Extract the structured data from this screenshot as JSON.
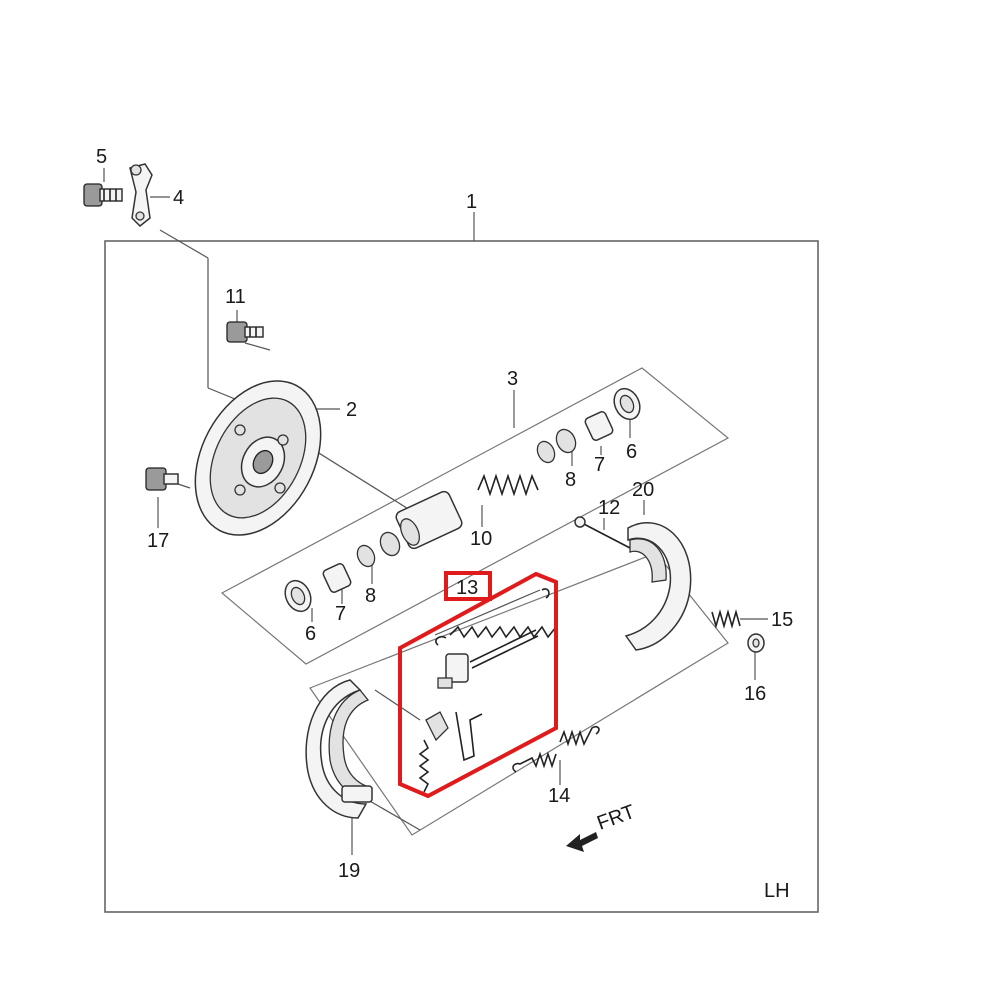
{
  "callouts": {
    "c1": "1",
    "c2": "2",
    "c3": "3",
    "c4": "4",
    "c5": "5",
    "c6a": "6",
    "c6b": "6",
    "c7a": "7",
    "c7b": "7",
    "c8a": "8",
    "c8b": "8",
    "c10": "10",
    "c11": "11",
    "c12": "12",
    "c13": "13",
    "c14": "14",
    "c15": "15",
    "c16": "16",
    "c17": "17",
    "c19": "19",
    "c20": "20"
  },
  "frt": "FRT",
  "side": "LH",
  "colors": {
    "highlight": "#e01b1b",
    "line": "#555555"
  }
}
